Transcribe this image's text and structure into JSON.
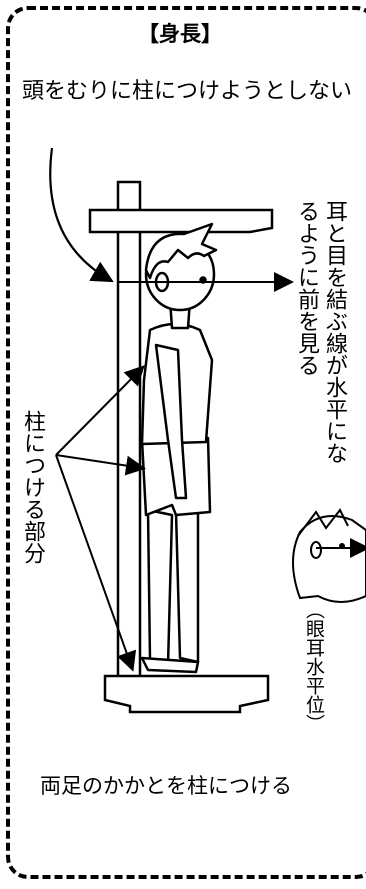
{
  "title": "【身長】",
  "instruction": "頭をむりに柱につけようとしない",
  "eye_level_note": "耳と目を結ぶ線が水平になるように前を見る",
  "pillar_contact_label": "柱につける部分",
  "eye_ear_plane_label": "（眼耳水平位）",
  "heels_note": "両足のかかとを柱につける"
}
